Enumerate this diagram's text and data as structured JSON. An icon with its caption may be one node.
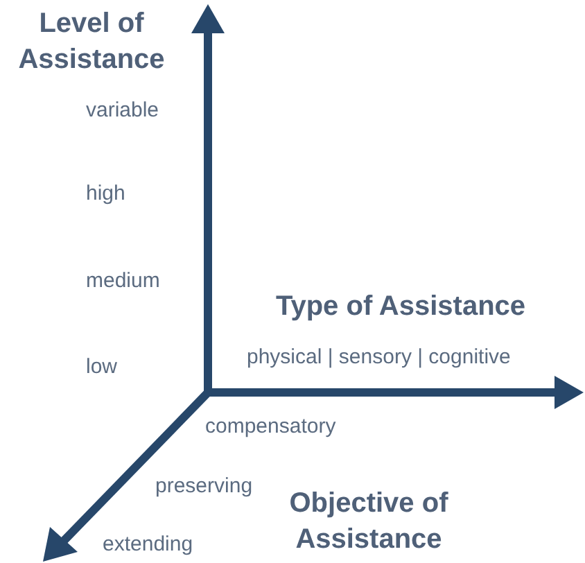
{
  "diagram": {
    "labels": [
      "Level of Assistance",
      "variable",
      "high",
      "medium",
      "Type of Assistance",
      "low",
      "physical | sensory | cognitive",
      "compensatory",
      "preserving",
      "Objective of Assistance",
      "extending"
    ]
  }
}
